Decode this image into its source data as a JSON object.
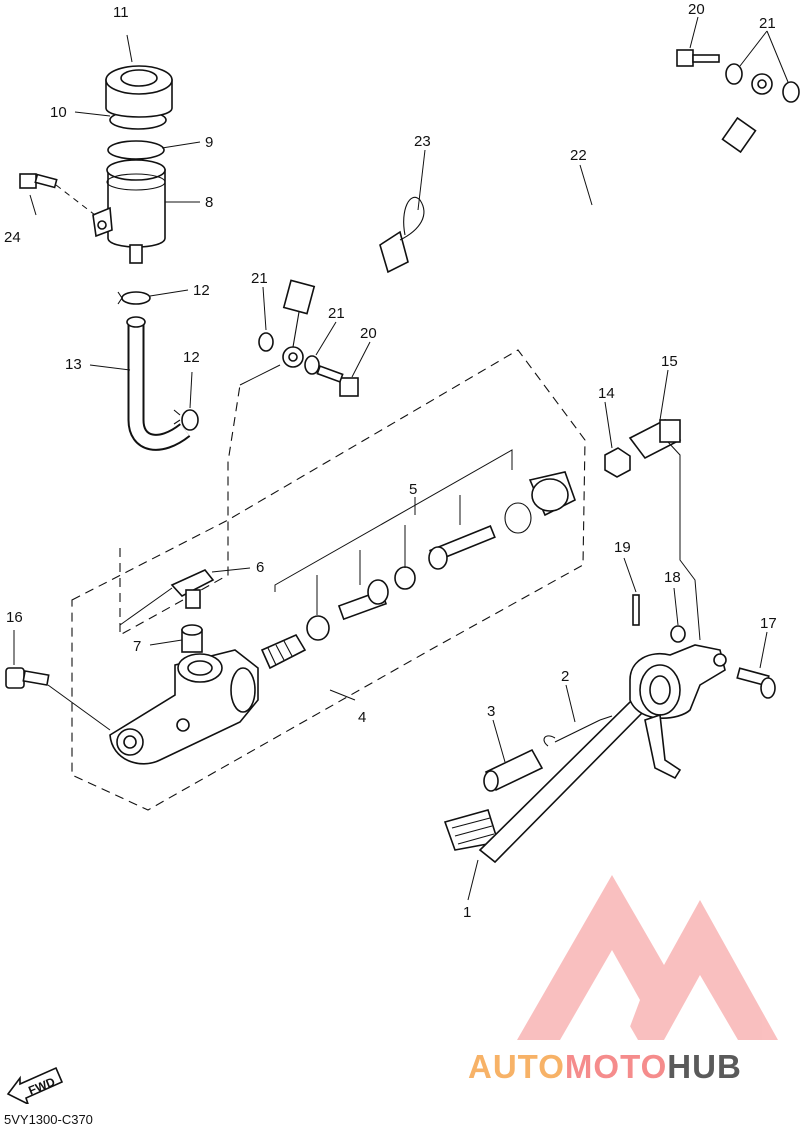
{
  "diagram_code": "5VY1300-C370",
  "fwd_label": "FWD",
  "watermark": {
    "part1": "AUTO",
    "part2": "MOTO",
    "part3": "HUB",
    "color_light": "#f7b267",
    "color_mid": "#f58c8c",
    "color_dark": "#5a5a5a"
  },
  "callouts": {
    "c1": "1",
    "c2": "2",
    "c3": "3",
    "c4": "4",
    "c5": "5",
    "c6": "6",
    "c7": "7",
    "c8": "8",
    "c9": "9",
    "c10": "10",
    "c11": "11",
    "c12a": "12",
    "c12b": "12",
    "c13": "13",
    "c14": "14",
    "c15": "15",
    "c16": "16",
    "c17": "17",
    "c18": "18",
    "c19": "19",
    "c20a": "20",
    "c20b": "20",
    "c21a": "21",
    "c21b": "21",
    "c21c": "21",
    "c22": "22",
    "c23": "23",
    "c24": "24"
  }
}
